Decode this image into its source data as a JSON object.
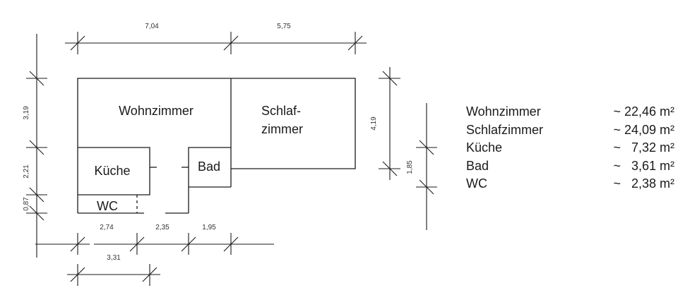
{
  "floor_plan": {
    "rooms": [
      {
        "id": "wohnzimmer",
        "label_lines": [
          "Wohnzimmer"
        ]
      },
      {
        "id": "schlafzimmer",
        "label_lines": [
          "Schlaf-",
          "zimmer"
        ]
      },
      {
        "id": "kueche",
        "label_lines": [
          "Küche"
        ]
      },
      {
        "id": "bad",
        "label_lines": [
          "Bad"
        ]
      },
      {
        "id": "wc",
        "label_lines": [
          "WC"
        ]
      }
    ],
    "dimensions": {
      "top": [
        "7,04",
        "5,75"
      ],
      "left": [
        "3,19",
        "2,21",
        "0,87"
      ],
      "right_outer": "4,19",
      "right_inner": "1,85",
      "bottom_row1": [
        "2,74",
        "2,35",
        "1,95"
      ],
      "bottom_row2": "3,31"
    }
  },
  "legend": {
    "rows": [
      {
        "name": "Wohnzimmer",
        "area": "~ 22,46 m²"
      },
      {
        "name": "Schlafzimmer",
        "area": "~ 24,09 m²"
      },
      {
        "name": "Küche",
        "area": "~   7,32 m²"
      },
      {
        "name": "Bad",
        "area": "~   3,61 m²"
      },
      {
        "name": "WC",
        "area": "~   2,38 m²"
      }
    ]
  }
}
